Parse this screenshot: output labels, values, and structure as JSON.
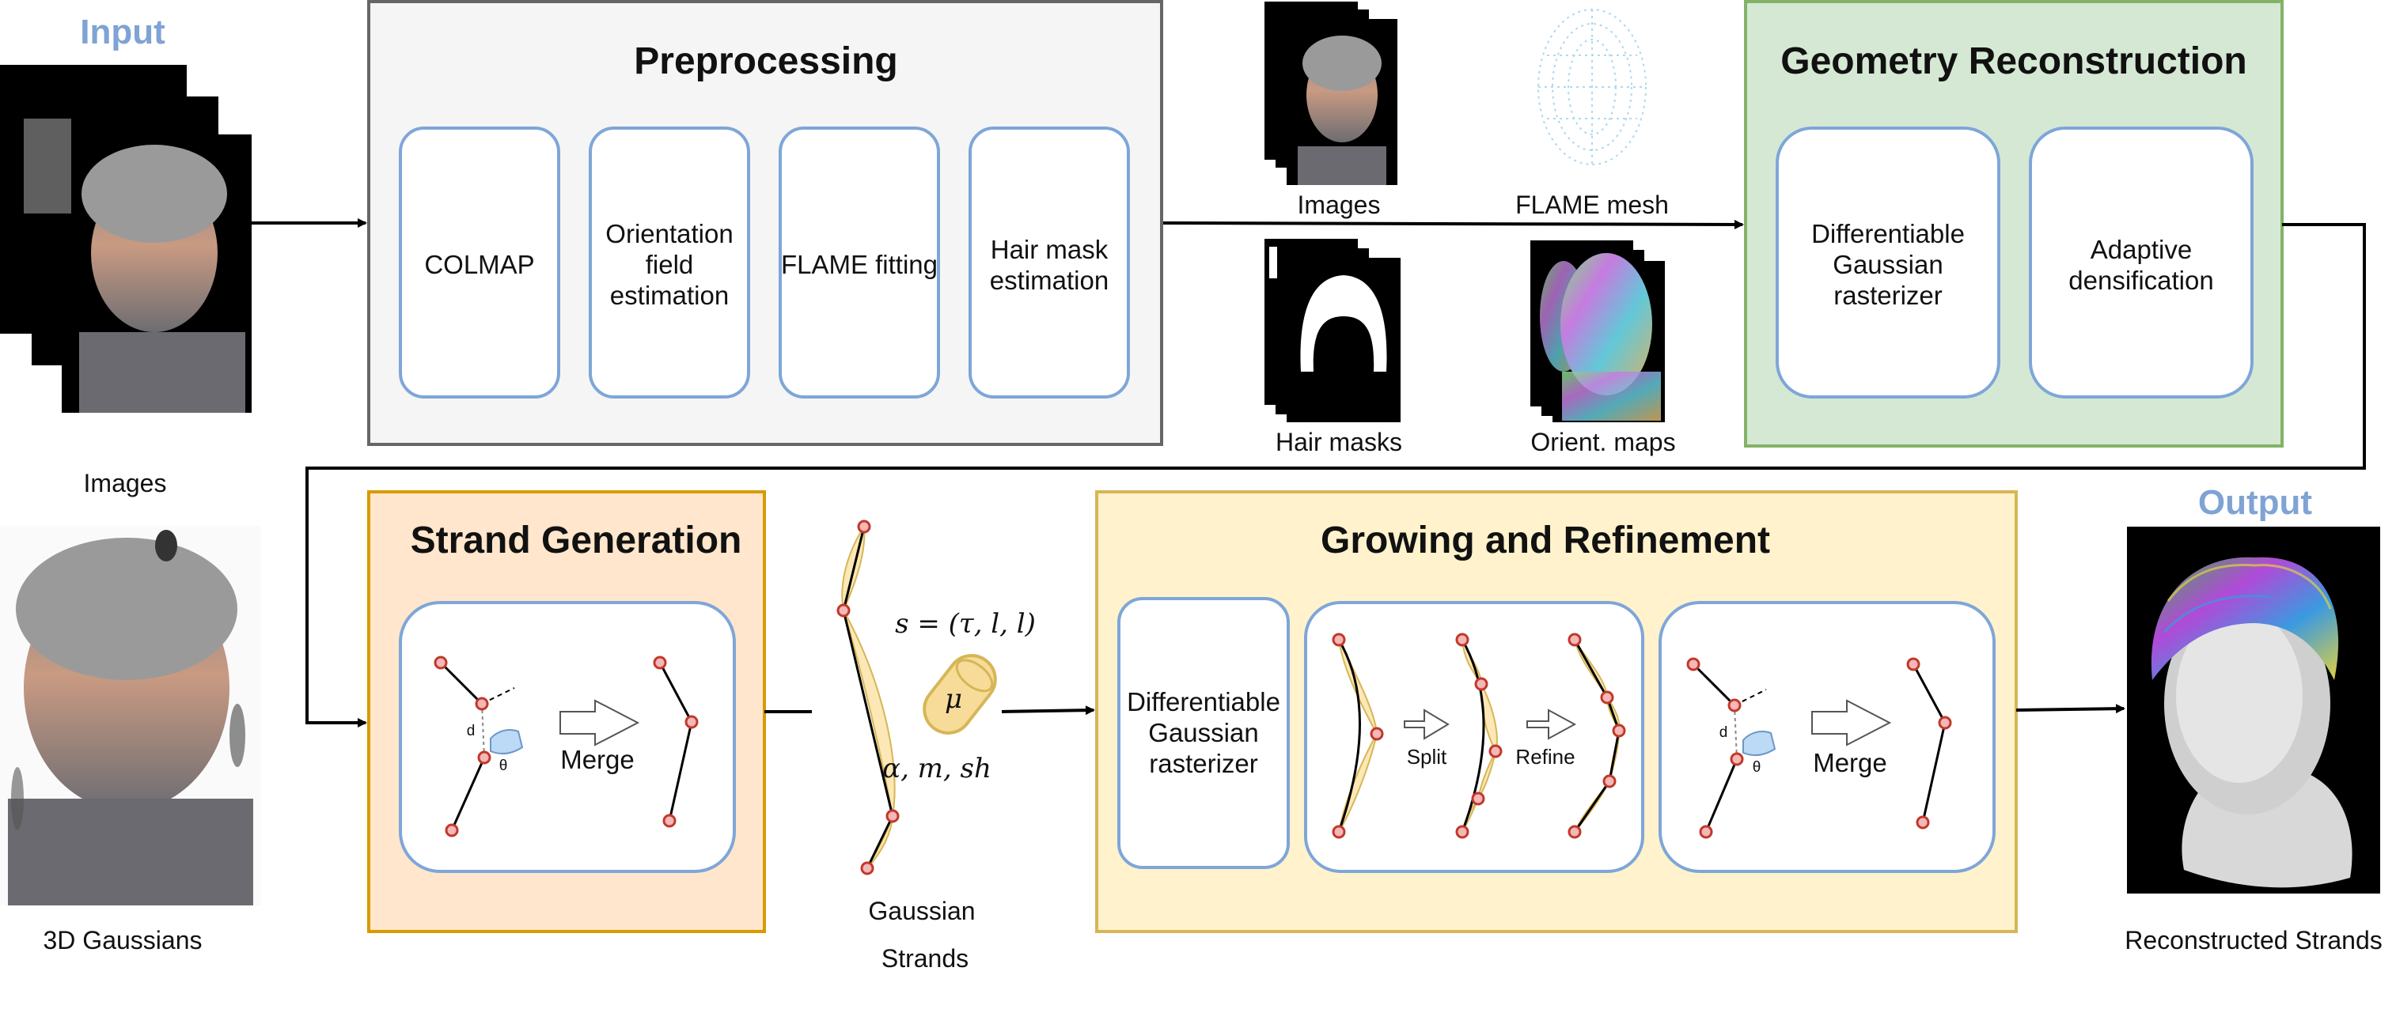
{
  "input": {
    "title": "Input",
    "images_caption": "Images",
    "gaussians_caption": "3D Gaussians"
  },
  "preprocessing": {
    "title": "Preprocessing",
    "steps": [
      {
        "lines": [
          "COLMAP"
        ]
      },
      {
        "lines": [
          "Orientation",
          "field",
          "estimation"
        ]
      },
      {
        "lines": [
          "FLAME fitting"
        ]
      },
      {
        "lines": [
          "Hair mask",
          "estimation"
        ]
      }
    ]
  },
  "intermediate": {
    "images": "Images",
    "flame_mesh": "FLAME mesh",
    "hair_masks": "Hair masks",
    "orient_maps": "Orient. maps"
  },
  "geometry": {
    "title": "Geometry Reconstruction",
    "boxes": [
      {
        "lines": [
          "Differentiable",
          "Gaussian",
          "rasterizer"
        ]
      },
      {
        "lines": [
          "Adaptive",
          "densification"
        ]
      }
    ]
  },
  "strand_generation": {
    "title": "Strand Generation",
    "merge": "Merge",
    "d": "d",
    "theta": "θ"
  },
  "gaussian_strands": {
    "caption_line1": "Gaussian",
    "caption_line2": "Strands",
    "formula_s": "s = (τ, l, l)",
    "formula_mu": "μ",
    "formula_attrs": "α, m, sh"
  },
  "growing": {
    "title": "Growing and Refinement",
    "rasterizer_lines": [
      "Differentiable",
      "Gaussian",
      "rasterizer"
    ],
    "split": "Split",
    "refine": "Refine",
    "merge": "Merge",
    "d": "d",
    "theta": "θ"
  },
  "output": {
    "title": "Output",
    "caption": "Reconstructed Strands"
  },
  "colors": {
    "preprocessing_fill": "#f5f5f5",
    "preprocessing_border": "#666666",
    "geometry_fill": "#d5e8d4",
    "geometry_border": "#82b366",
    "strand_fill": "#ffe6cc",
    "strand_border": "#d79b00",
    "growing_fill": "#fff2cc",
    "growing_border": "#d6b656",
    "inner_border": "#7ea6d8",
    "accent_blue": "#7fa3d4",
    "node": "#e06666"
  }
}
